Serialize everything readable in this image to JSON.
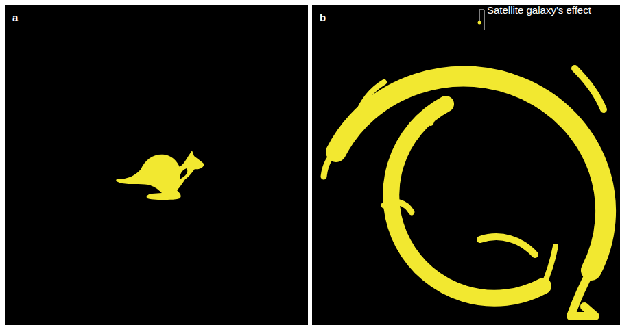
{
  "diagram": {
    "labels": [
      "a",
      "b",
      "Satellite galaxy's effect"
    ]
  }
}
